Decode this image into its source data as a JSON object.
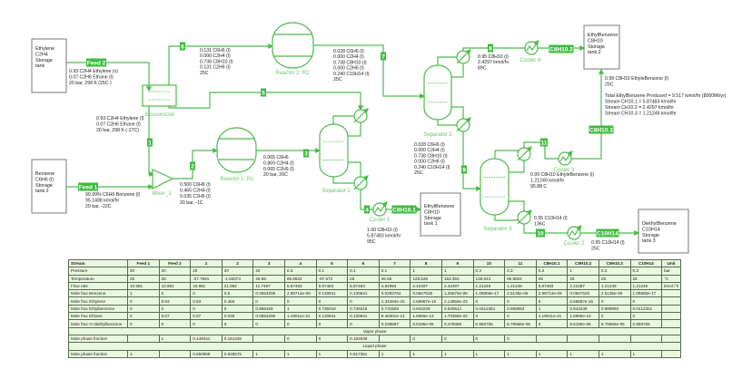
{
  "tanks": {
    "ethylene": [
      "Ethylene",
      "C2H4",
      "Storage",
      "tank"
    ],
    "benzene": [
      "Benzene",
      "C6H6 (l)",
      "Storage",
      "tank 2"
    ],
    "eb1": [
      "EthylBenzene",
      "C8H10",
      "Storage",
      "tank 1"
    ],
    "eb2": [
      "EthylBenzene",
      "C8H10",
      "Storage",
      "tank 2"
    ],
    "deb": [
      "DiethylBenzene",
      "C10H14",
      "Storage",
      "tank 3"
    ]
  },
  "units": {
    "economizer": "Economizer",
    "mixer": "Mixer_1",
    "reactor1": "Reactor 1: R1",
    "reactor2": "Reactor 2: R2",
    "separator1": "Separator 1",
    "separator2": "Separator 2",
    "separator3": "Separator 3",
    "cooler1": "Cooler 1",
    "cooler2": "Cooler 2",
    "cooler3": "Cooler 3",
    "cooler4": "Cooler 4"
  },
  "stream_tags": {
    "feed2": "Feed 2",
    "feed1": "Feed 1",
    "s1": "1",
    "s2": "2",
    "s3": "3",
    "s4": "4",
    "s5": "5",
    "s6": "6",
    "s7": "7",
    "s8": "8",
    "s9": "9",
    "s10": "10",
    "s11": "11",
    "c8h10_1": "C8H10.1",
    "c8h10_2": "C8H10.2",
    "c8h10_3": "C8H10.3",
    "c10h14": "C10H14"
  },
  "annotations": {
    "feed2": [
      "0.93 C2H4 Ethylene (v)",
      "0.07 C2H6 Ethane (l)",
      "20 bar, 298 K (25C )"
    ],
    "s1": [
      "0.93 C2H4 Ethylene (l)",
      "0.07 C2H6 Ethane (l)",
      "20 bar, 298 K (-27C)"
    ],
    "feed1": [
      "99.99% C6H6 Benzene (l)",
      "95.1498 kmol/hr",
      "20 bar, -22C"
    ],
    "s2": [
      "0.500 C6H6 (l)",
      "0.465 C2H4 (l)",
      "0.035 C2H6 (l)",
      "20 bar, -1C"
    ],
    "s3": [
      "0.065 C6H6",
      "0.869 C2H4 (l)",
      "0.065 C2H6 (l)",
      "20 bar, 26C"
    ],
    "s6": [
      "0.131 C6H6   (l)",
      "0.000 C2H4   (l)",
      "0.738 C8H10 (l)",
      "0.131 C2H6   (l)",
      "25C"
    ],
    "s7": [
      "0.028 C6H6   (l)",
      "0.000 C2H4   (l)",
      "0.738 C8H10 (l)",
      "0.000 C2H6   (l)",
      "0.240 C10H14 (l)",
      "25C"
    ],
    "s8": [
      "0.95 C8H10 (l)",
      "2.4297 kmol/hr",
      "89C"
    ],
    "s9": [
      "0.028 C6H6   (l)",
      "0.000 C2H4   (l)",
      "0.738 C8H10 (l)",
      "0.000 C2H6   (l)",
      "0.240 C10H14 (l)",
      "25C"
    ],
    "s4": [
      "1.00 C8H10 (l)",
      "5.87483 kmol/hr",
      "95C"
    ],
    "s11": [
      "0.99 C8H10 EthyleBenzene (l)",
      "1.21249 kmol/hr",
      "95.88 C"
    ],
    "s10": [
      "0.95 C10H14 (l)",
      "136C"
    ],
    "c10h14": [
      "0.95 C10H14 (l)",
      "25C"
    ],
    "summary": [
      "0.99 C8H10 EthyleBenzene (l)",
      "25C",
      "",
      "Total EthylBenzene Produced = 9.517 kmol/hr (8000Mt/yr)",
      "Stream CH10.1 = 5.87483 kmol/hr",
      "Stream CH10.2 = 2.4297 kmol/hr",
      "Stream CH10.3 = 1.21249 kmol/hr"
    ]
  },
  "table": {
    "headers": [
      "Stream",
      "Feed 1",
      "Feed 2",
      "1",
      "2",
      "3",
      "4",
      "5",
      "6",
      "7",
      "8",
      "9",
      "10",
      "11",
      "C8H10.1",
      "C8H10.2",
      "C8H10.3",
      "C10H14",
      "Unit"
    ],
    "rows": [
      [
        "Pressure",
        "20",
        "20",
        "20",
        "20",
        "20",
        "0.3",
        "0.1",
        "0.1",
        "0.1",
        "1",
        "1",
        "0.3",
        "0.3",
        "0.3",
        "1",
        "0.3",
        "0.3",
        "bar"
      ],
      [
        "Temperature",
        "25",
        "25",
        "-27.7661",
        "-1.92074",
        "26.85",
        "95.8822",
        "-97.672",
        "25",
        "26.85",
        "129.526",
        "153.393",
        "139.643",
        "95.8824",
        "25",
        "25",
        "25",
        "25",
        "°C"
      ],
      [
        "Flow rate",
        "10.981",
        "10.981",
        "10.981",
        "21.962",
        "11.7497",
        "5.87483",
        "5.87483",
        "5.87483",
        "4.84994",
        "2.42497",
        "2.42497",
        "1.21249",
        "1.21249",
        "5.87483",
        "2.42497",
        "1.21249",
        "1.21249",
        "kmol / h"
      ],
      [
        "Mole frac Benzene",
        "1",
        "0",
        "0",
        "0.5",
        "0.0654206",
        "2.96714e-09",
        "0.130841",
        "0.130841",
        "0.0283764",
        "0.0567528",
        "1.25675e-08",
        "1.09806e-17",
        "2.5135e-08",
        "2.96714e-09",
        "0.0567528",
        "2.5135e-08",
        "1.09806e-17",
        ""
      ],
      [
        "Mole frac Ethylene",
        "0",
        "0.93",
        "0.93",
        "0.465",
        "0",
        "0",
        "0",
        "0",
        "1.34494e-15",
        "2.68987e-15",
        "2.14559e-23",
        "0",
        "0",
        "0",
        "2.68987e-15",
        "0",
        "0",
        ""
      ],
      [
        "Mole frac Ethylbenzene",
        "0",
        "0",
        "0",
        "0",
        "0.869159",
        "1",
        "0.738318",
        "0.738318",
        "0.731928",
        "0.943239",
        "0.520614",
        "0.0412351",
        "0.999993",
        "1",
        "0.943239",
        "0.999993",
        "0.0412351",
        ""
      ],
      [
        "Mole frac Ethane",
        "0",
        "0.07",
        "0.07",
        "0.035",
        "0.0654206",
        "1.19011e-21",
        "0.130841",
        "0.130841",
        "8.48301e-14",
        "1.6966e-13",
        "1.70458e-22",
        "0",
        "0",
        "1.19011e-21",
        "1.6966e-13",
        "0",
        "0",
        ""
      ],
      [
        "Mole frac O-diethylbenzene",
        "0",
        "0",
        "0",
        "0",
        "0",
        "0",
        "0",
        "0",
        "0.239697",
        "8.5195e-06",
        "0.479386",
        "0.958765",
        "6.79566e-06",
        "0",
        "8.5195e-06",
        "6.79566e-06",
        "0.958765",
        ""
      ]
    ],
    "vapor_label": "Vapor phase",
    "vapor_row": [
      "Mole phase fraction",
      "",
      "1",
      "0.149441",
      "0.161425",
      "",
      "0",
      "0",
      "0.182649",
      "",
      "0",
      "0",
      "0",
      "0",
      "",
      "",
      "",
      "",
      ""
    ],
    "liquid_label": "Liquid phase",
    "liquid_row": [
      "Mole phase fraction",
      "1",
      "",
      "0.850559",
      "0.838575",
      "1",
      "1",
      "1",
      "0.817351",
      "1",
      "1",
      "1",
      "1",
      "1",
      "1",
      "1",
      "1",
      "1",
      ""
    ]
  },
  "colors": {
    "line": "#4cbb4c",
    "tag": "#3dbb3d",
    "table_bg": "#eaf7df"
  }
}
